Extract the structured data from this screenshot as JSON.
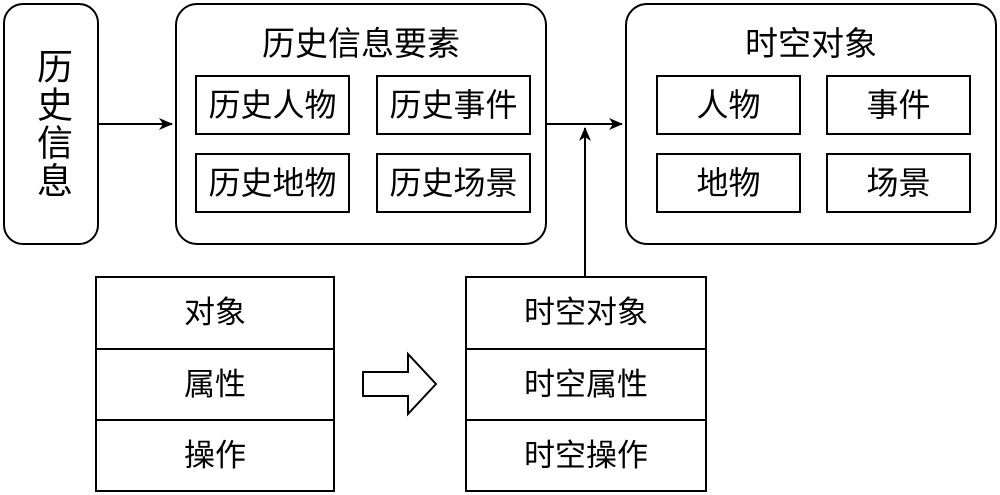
{
  "history_info": {
    "label": "历史信息"
  },
  "elements_group": {
    "title": "历史信息要素",
    "items": [
      "历史人物",
      "历史事件",
      "历史地物",
      "历史场景"
    ]
  },
  "spatiotemporal_group": {
    "title": "时空对象",
    "items": [
      "人物",
      "事件",
      "地物",
      "场景"
    ]
  },
  "object_table": {
    "rows": [
      "对象",
      "属性",
      "操作"
    ]
  },
  "spatiotemporal_table": {
    "rows": [
      "时空对象",
      "时空属性",
      "时空操作"
    ]
  }
}
